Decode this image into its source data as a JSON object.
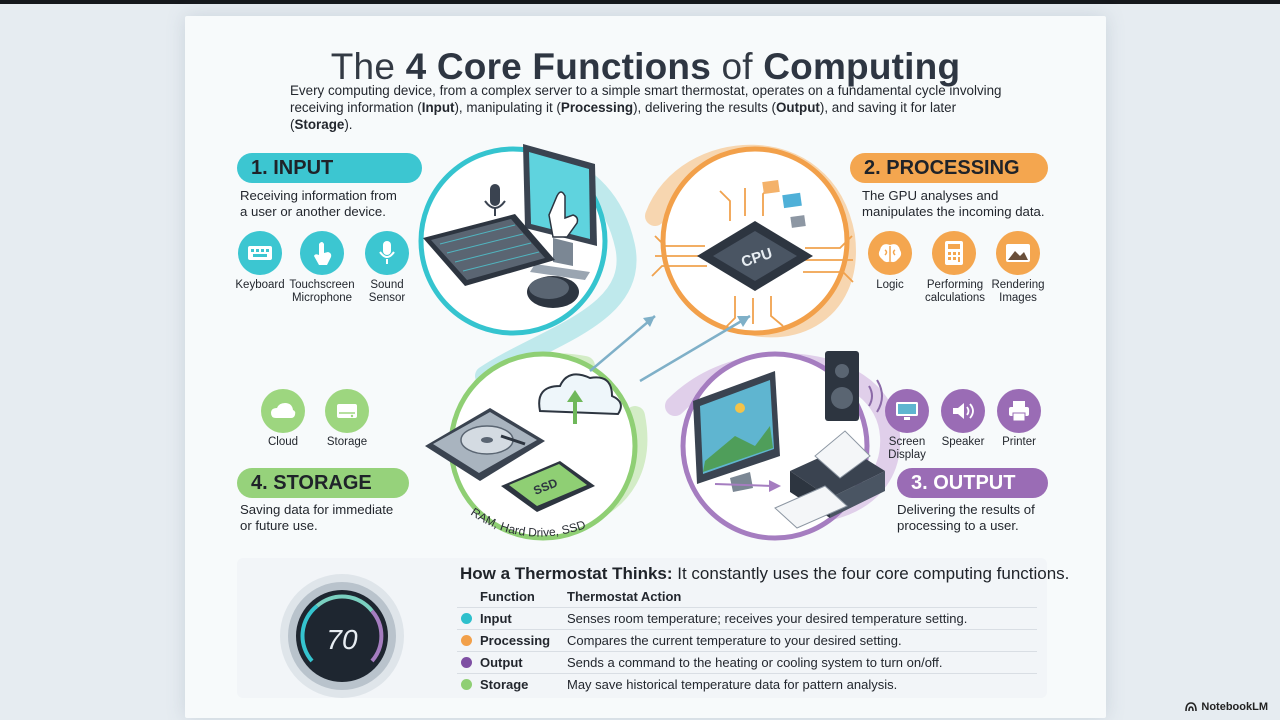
{
  "title": {
    "prefix": "The ",
    "bold1": "4 Core Functions",
    "mid": " of ",
    "bold2": "Computing"
  },
  "intro": {
    "t1": "Every computing device, from a complex server to a simple smart thermostat, operates on a fundamental cycle involving receiving information (",
    "b1": "Input",
    "t2": "), manipulating it (",
    "b2": "Processing",
    "t3": "), delivering the results (",
    "b3": "Output",
    "t4": "), and saving it for later (",
    "b4": "Storage",
    "t5": ")."
  },
  "colors": {
    "input": "#2ec0cc",
    "processing": "#f2a04a",
    "output": "#9a6cb5",
    "storage": "#8fcf74"
  },
  "input": {
    "label": "1. INPUT",
    "desc1": "Receiving information from",
    "desc2": "a user or another device.",
    "icons": [
      {
        "icon": "keyboard-icon",
        "label1": "Keyboard",
        "label2": ""
      },
      {
        "icon": "touch-icon",
        "label1": "Touchscreen",
        "label2": "Microphone"
      },
      {
        "icon": "microphone-icon",
        "label1": "Sound",
        "label2": "Sensor"
      }
    ]
  },
  "processing": {
    "label": "2. PROCESSING",
    "desc1": "The GPU analyses and",
    "desc2": "manipulates the incoming data.",
    "chip_text": "CPU",
    "icons": [
      {
        "icon": "brain-icon",
        "label1": "Logic",
        "label2": ""
      },
      {
        "icon": "calculator-icon",
        "label1": "Performing",
        "label2": "calculations"
      },
      {
        "icon": "image-icon",
        "label1": "Rendering",
        "label2": "Images"
      }
    ]
  },
  "output": {
    "label": "3. OUTPUT",
    "desc1": "Delivering the results of",
    "desc2": "processing to a user.",
    "icons": [
      {
        "icon": "monitor-icon",
        "label1": "Screen",
        "label2": "Display"
      },
      {
        "icon": "speaker-icon",
        "label1": "Speaker",
        "label2": ""
      },
      {
        "icon": "printer-icon",
        "label1": "Printer",
        "label2": ""
      }
    ]
  },
  "storage": {
    "label": "4. STORAGE",
    "desc1": "Saving data for immediate",
    "desc2": "or future use.",
    "ssd_text": "SSD",
    "curve_text": "RAM, Hard Drive, SSD",
    "icons": [
      {
        "icon": "cloud-icon",
        "label1": "Cloud",
        "label2": ""
      },
      {
        "icon": "drive-icon",
        "label1": "Storage",
        "label2": ""
      }
    ]
  },
  "thermostat": {
    "reading": "70",
    "heading_bold": "How a Thermostat Thinks:",
    "heading_rest": " It constantly uses the four core computing functions.",
    "col1": "Function",
    "col2": "Thermostat Action",
    "rows": [
      {
        "name": "Input",
        "action": "Senses room temperature; receives your desired temperature setting.",
        "color": "#2ec0cc"
      },
      {
        "name": "Processing",
        "action": "Compares the current temperature to your desired setting.",
        "color": "#f2a04a"
      },
      {
        "name": "Output",
        "action": "Sends a command to the heating or cooling system to turn on/off.",
        "color": "#7e4fa3"
      },
      {
        "name": "Storage",
        "action": "May save historical temperature data for pattern analysis.",
        "color": "#8fcf74"
      }
    ]
  },
  "brand": "NotebookLM"
}
